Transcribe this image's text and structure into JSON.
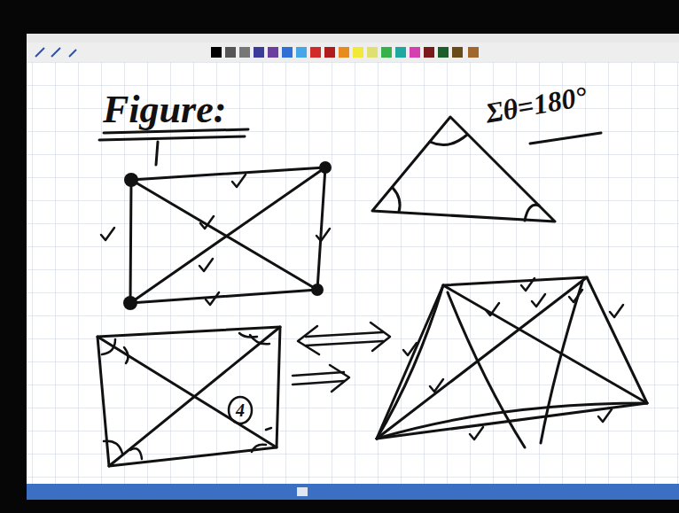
{
  "diagram": {
    "title": "Figure:",
    "nodes": [
      {
        "text": [
          "4"
        ]
      }
    ],
    "labels": [
      "Σθ=180°"
    ]
  }
}
